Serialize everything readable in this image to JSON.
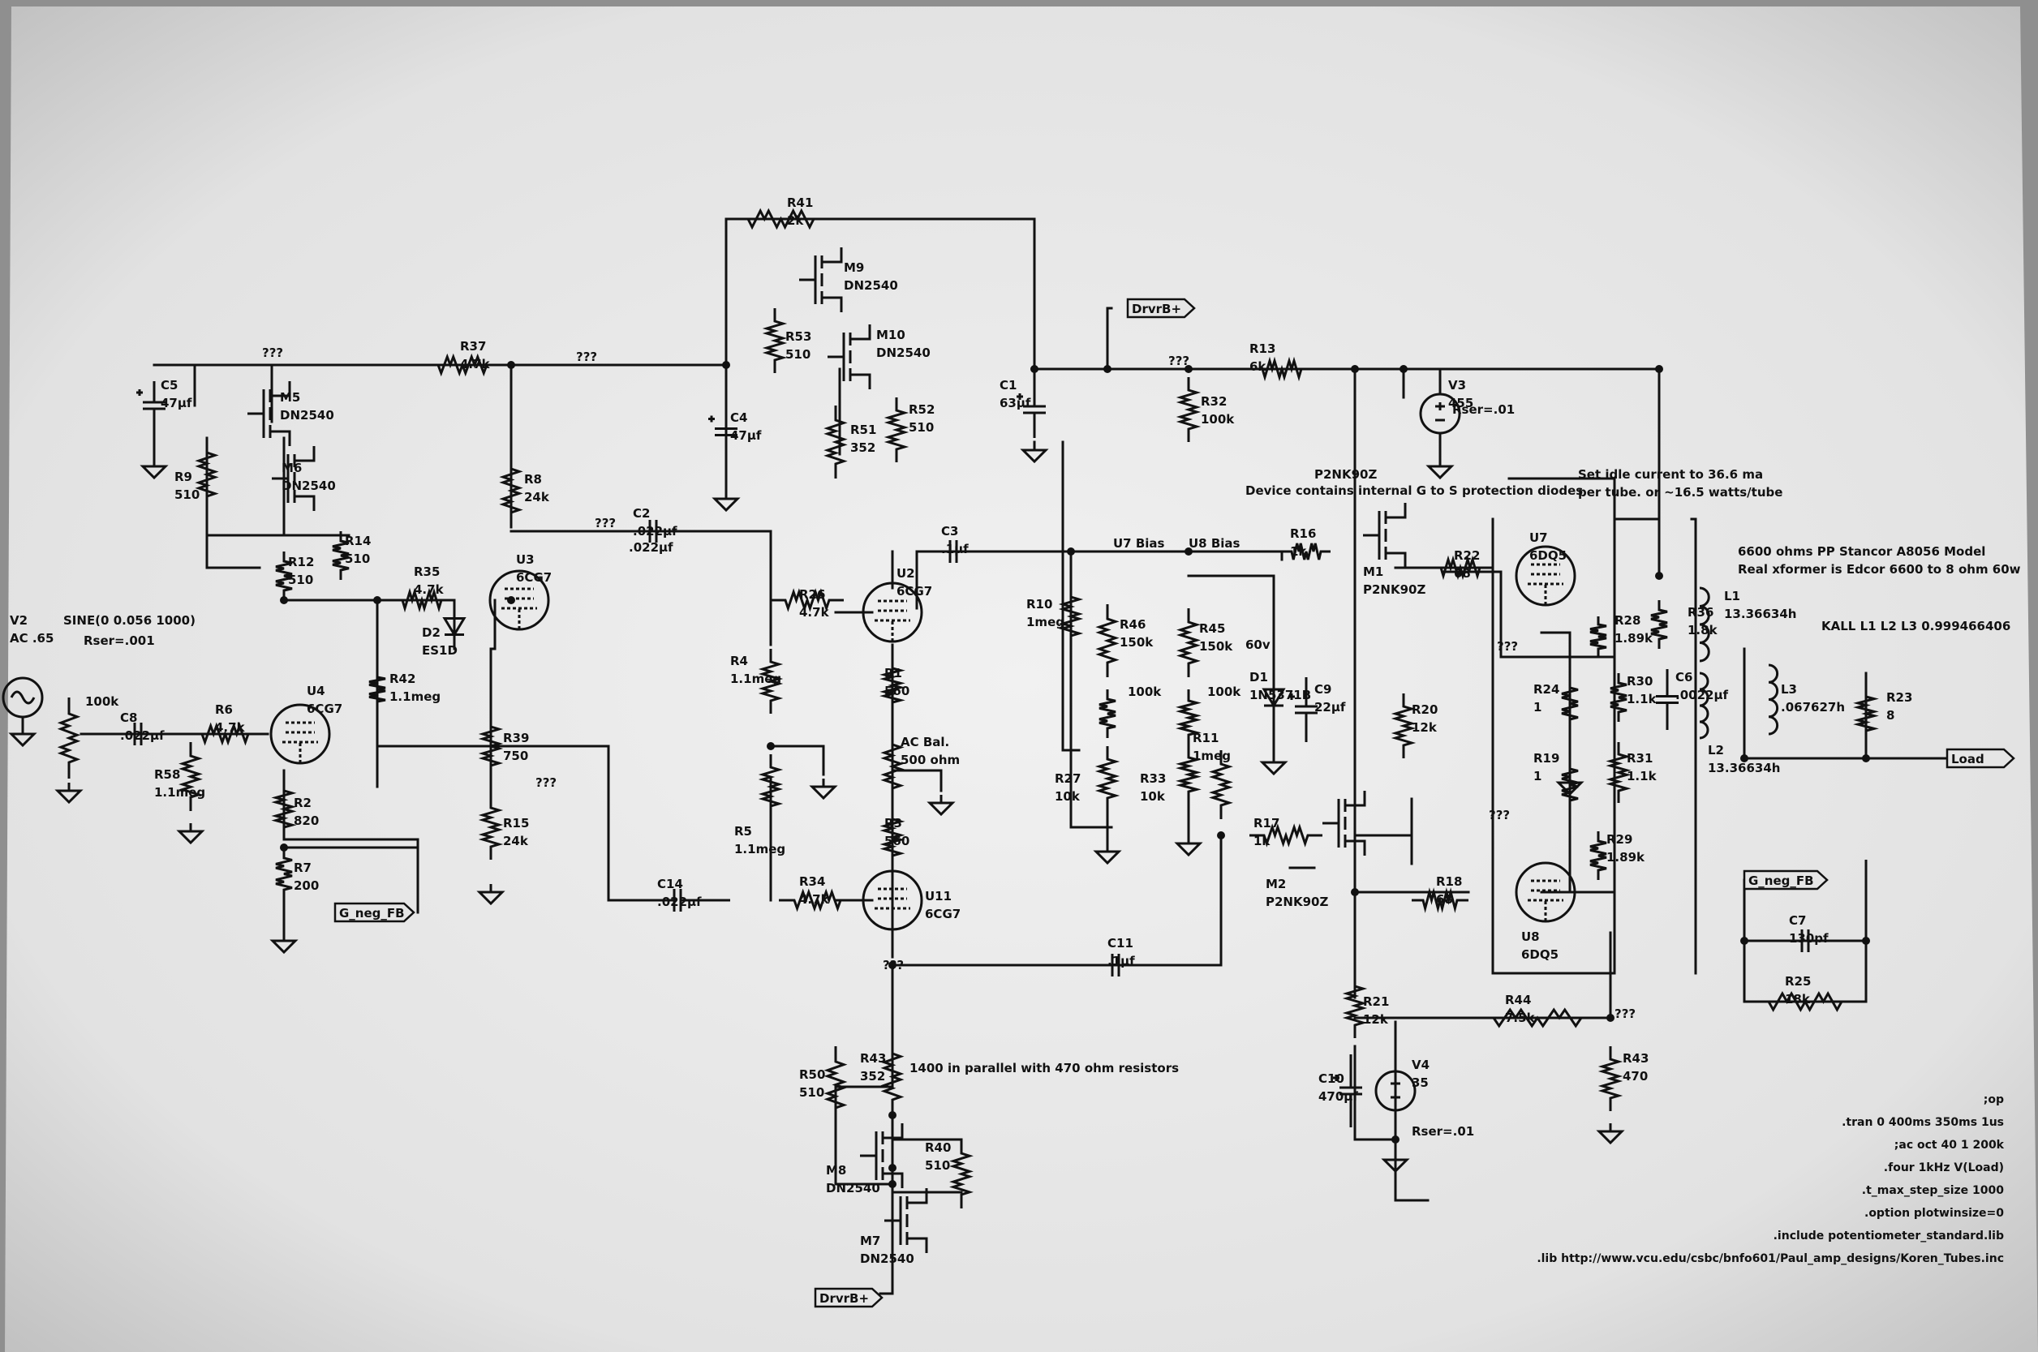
{
  "page": {
    "background": "#8f8f8f",
    "screen": "#e9e9e9",
    "ink": "#111111"
  },
  "nets": {
    "driver_b_plus": "DrvrB+",
    "neg_fb": "G_neg_FB",
    "load": "Load",
    "unknown": "???"
  },
  "components": {
    "R41": [
      "R41",
      "2k"
    ],
    "M9": [
      "M9",
      "DN2540"
    ],
    "M10": [
      "M10",
      "DN2540"
    ],
    "R53": [
      "R53",
      "510"
    ],
    "R52": [
      "R52",
      "510"
    ],
    "R51": [
      "R51",
      "352"
    ],
    "C1": [
      "C1",
      "63µf"
    ],
    "C4": [
      "C4",
      "47µf"
    ],
    "C5": [
      "C5",
      "47µf"
    ],
    "M5": [
      "M5",
      "DN2540"
    ],
    "M6": [
      "M6",
      "DN2540"
    ],
    "R9": [
      "R9",
      "510"
    ],
    "R37": [
      "R37",
      "4.7k"
    ],
    "R14": [
      "R14",
      "510"
    ],
    "R12": [
      "R12",
      "510"
    ],
    "R8": [
      "R8",
      "24k"
    ],
    "C2": [
      "C2",
      ".022µf"
    ],
    "R35": [
      "R35",
      "4.7k"
    ],
    "D2": [
      "D2",
      "ES1D"
    ],
    "U3": [
      "U3",
      "6CG7"
    ],
    "R42": [
      "R42",
      "1.1meg"
    ],
    "R39": [
      "R39",
      "750"
    ],
    "R15": [
      "R15",
      "24k"
    ],
    "R4": [
      "R4",
      "1.1meg"
    ],
    "R5": [
      "R5",
      "1.1meg"
    ],
    "R26": [
      "R26",
      "4.7k"
    ],
    "U2": [
      "U2",
      "6CG7"
    ],
    "R1": [
      "R1",
      "560"
    ],
    "ACBAL": [
      "AC Bal.",
      "500 ohm"
    ],
    "R3": [
      "R3",
      "560"
    ],
    "U11": [
      "U11",
      "6CG7"
    ],
    "R34": [
      "R34",
      "4.7k"
    ],
    "C14": [
      "C14",
      ".022µf"
    ],
    "C3": [
      "C3",
      ".1µf"
    ],
    "C11": [
      "C11",
      ".1µf"
    ],
    "U4": [
      "U4",
      "6CG7"
    ],
    "R2": [
      "R2",
      "820"
    ],
    "R7": [
      "R7",
      "200"
    ],
    "R6": [
      "R6",
      "4.7k"
    ],
    "C8": [
      "C8",
      ".022µf"
    ],
    "R58": [
      "R58",
      "1.1meg"
    ],
    "POT": [
      "100k",
      ""
    ],
    "R13": [
      "R13",
      "6k"
    ],
    "R32": [
      "R32",
      "100k"
    ],
    "R10": [
      "R10",
      "1meg"
    ],
    "R46": [
      "R46",
      "150k"
    ],
    "R45": [
      "R45",
      "150k"
    ],
    "R27": [
      "R27",
      "10k"
    ],
    "R33": [
      "R33",
      "10k"
    ],
    "R11": [
      "R11",
      "1meg"
    ],
    "P1": [
      "100k",
      ""
    ],
    "P2": [
      "100k",
      ""
    ],
    "D1": [
      "D1",
      "1N5371B"
    ],
    "C9": [
      "C9",
      "22µf"
    ],
    "R16": [
      "R16",
      "1k"
    ],
    "R17": [
      "R17",
      "1k"
    ],
    "M1": [
      "M1",
      "P2NK90Z"
    ],
    "M2": [
      "M2",
      "P2NK90Z"
    ],
    "V3": [
      "V3",
      "455"
    ],
    "R20": [
      "R20",
      "12k"
    ],
    "R21": [
      "R21",
      "12k"
    ],
    "C10": [
      "C10",
      "470µf"
    ],
    "V4": [
      "V4",
      "35"
    ],
    "R22": [
      "R22",
      "68"
    ],
    "R18": [
      "R18",
      "68"
    ],
    "U7": [
      "U7",
      "6DQ5"
    ],
    "U8": [
      "U8",
      "6DQ5"
    ],
    "R28": [
      "R28",
      "1.89k"
    ],
    "R30": [
      "R30",
      "1.1k"
    ],
    "R24": [
      "R24",
      "1"
    ],
    "R19": [
      "R19",
      "1"
    ],
    "R31": [
      "R31",
      "1.1k"
    ],
    "R29": [
      "R29",
      "1.89k"
    ],
    "R36": [
      "R36",
      "1.8k"
    ],
    "C6": [
      "C6",
      ".0022µf"
    ],
    "L1": [
      "L1",
      "13.36634h"
    ],
    "L2": [
      "L2",
      "13.36634h"
    ],
    "L3": [
      "L3",
      ".067627h"
    ],
    "R23": [
      "R23",
      "8"
    ],
    "C7": [
      "C7",
      "130pf"
    ],
    "R25": [
      "R25",
      "18k"
    ],
    "R44": [
      "R44",
      "7.5k"
    ],
    "R43": [
      "R43",
      "470"
    ],
    "R43b": [
      "R43",
      "352"
    ],
    "R50": [
      "R50",
      "510"
    ],
    "R40": [
      "R40",
      "510"
    ],
    "M8": [
      "M8",
      "DN2540"
    ],
    "M7": [
      "M7",
      "DN2540"
    ],
    "V2": [
      "V2",
      "AC .65"
    ]
  },
  "texts": {
    "v2_source": "SINE(0 0.056 1000)",
    "v2_rser": "Rser=.001",
    "v3_rser": "Rser=.01",
    "v4_rser": "Rser=.01",
    "u7_bias": "U7 Bias",
    "u8_bias": "U8 Bias",
    "v60": "60v",
    "m1_note_title": "P2NK90Z",
    "m1_note": "Device contains internal G to S protection diodes",
    "idle_note_1": "Set idle current to 36.6 ma",
    "idle_note_2": "per tube.  or ~16.5 watts/tube",
    "xfmr_note_1": "6600 ohms PP Stancor A8056 Model",
    "xfmr_note_2": "Real xformer is Edcor 6600 to 8 ohm 60w",
    "kall": "KALL L1 L2 L3 0.999466406",
    "parallel_note": "1400 in parallel with 470 ohm resistors",
    "dir_op": ";op",
    "dir_tran": ".tran 0 400ms 350ms 1us",
    "dir_ac": ";ac oct 40 1 200k",
    "dir_four": ".four 1kHz V(Load)",
    "dir_step": ".t_max_step_size 1000",
    "dir_opt": ".option plotwinsize=0",
    "dir_inc": ".include potentiometer_standard.lib",
    "dir_lib": ".lib http://www.vcu.edu/csbc/bnfo601/Paul_amp_designs/Koren_Tubes.inc"
  }
}
